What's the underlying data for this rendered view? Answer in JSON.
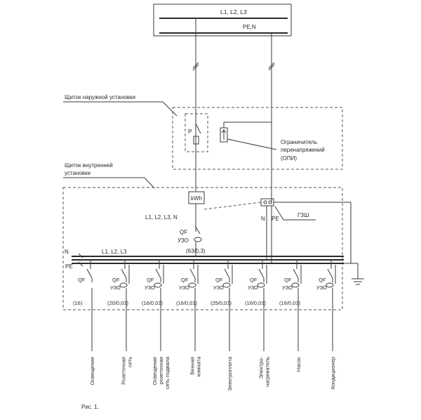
{
  "top_panel": {
    "phases": "L1, L2, L3",
    "pe_n": "PE,N"
  },
  "outdoor_panel": {
    "title": "Щиток наружной установки",
    "relay_label": "P"
  },
  "limiter": {
    "line1": "Ограничитель",
    "line2": "перенапряжений",
    "line3": "(ОПИ)"
  },
  "indoor_panel": {
    "title_line1": "Щиток внутренней",
    "title_line2": "установки",
    "meter": "kWh",
    "input_phases": "L1, L2, L3, N",
    "n_label": "N",
    "pe_label": "PE",
    "gzsh": "ГЗШ",
    "main_qf": "QF",
    "main_uzo": "УЗО",
    "main_rating": "(63/0,3)"
  },
  "buses": {
    "n": "N",
    "phases": "L1, L2, L3",
    "pe": "PE"
  },
  "breaker_labels": {
    "qf": "QF",
    "uzo": "УЗО"
  },
  "circuits": [
    {
      "rating": "(16)",
      "name_lines": [
        "Освещение"
      ]
    },
    {
      "rating": "(20/0,03)",
      "name_lines": [
        "Розеточная",
        "сеть"
      ]
    },
    {
      "rating": "(16/0,03)",
      "name_lines": [
        "Освещение",
        "розеточная",
        "сеть подвала"
      ]
    },
    {
      "rating": "(16/0,01)",
      "name_lines": [
        "Венная",
        "комната"
      ]
    },
    {
      "rating": "(25/0,03)",
      "name_lines": [
        "Электроплита"
      ]
    },
    {
      "rating": "(16/0,03)",
      "name_lines": [
        "Электро-",
        "нагреватель"
      ]
    },
    {
      "rating": "(16/0,03)",
      "name_lines": [
        "Насос"
      ]
    },
    {
      "rating": "",
      "name_lines": [
        "Кондиционер"
      ]
    }
  ],
  "caption": "Рис. 1."
}
